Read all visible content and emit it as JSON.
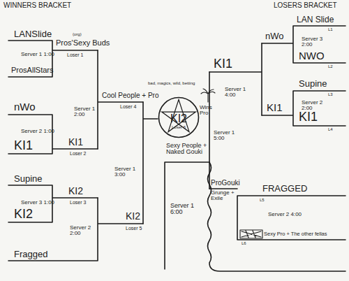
{
  "diagram": {
    "nodes": [
      {
        "text": [
          "KI2",
          "Loser 6"
        ]
      }
    ],
    "labels": [
      "WINNERS BRACKET",
      "LOSERS BRACKET",
      "LANSlide",
      "Server 1 1:00",
      "ProsAllStars",
      "(org)",
      "Pros'Sexy Buds",
      "Loser 1",
      "nWo",
      "Server 2 1:00",
      "KI1",
      "Server 1 2:00",
      "KI1",
      "Loser 2",
      "Cool People + Pro",
      "Loser 4",
      "Supine",
      "Server 3 1:00",
      "KI2",
      "KI2",
      "Loser 3",
      "Server 2 2:00",
      "Fragged",
      "Server 1 3:00",
      "KI2",
      "Loser 5",
      "bad, magics, wild, betting",
      "Wins Pro",
      "Sexy People + Naked Gouki",
      "Server 1 6:00",
      "LAN Slide",
      "L1",
      "Server 3 2:00",
      "NWO",
      "L2",
      "nWo",
      "Supine",
      "L3",
      "Server 2 2:00",
      "KI1",
      "L4",
      "KI1",
      "KI1",
      "Server 1 4:00",
      "Server 1 5:00",
      "FRAGGED",
      "L5",
      "Server 2 4:00",
      "Sexy Pro + The other fellas",
      "L6",
      "ProGouki",
      "Grunge + Exile"
    ]
  }
}
